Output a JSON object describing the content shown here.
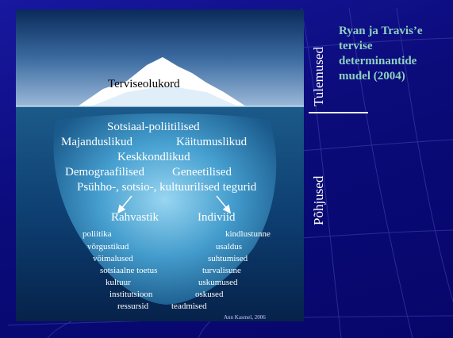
{
  "slide": {
    "title": "Ryan ja Travis’e tervise determinantide mudel (2004)",
    "side_top": "Tulemused",
    "side_bottom": "Põhjused",
    "colors": {
      "background": "#0b0b7a",
      "title": "#8fd0c0",
      "text": "#ffffff"
    }
  },
  "iceberg": {
    "top_label": "Terviseolukord",
    "determinants": [
      "Sotsiaal-poliitilised",
      "Majanduslikud",
      "Käitumuslikud",
      "Keskkondlikud",
      "Demograafilised",
      "Geneetilised",
      "Psühho-, sotsio-, kultuurilised tegurid"
    ],
    "population_heading": "Rahvastik",
    "individual_heading": "Indiviid",
    "population_items": [
      "poliitika",
      "võrgustikud",
      "võimalused",
      "sotsiaalne toetus",
      "kultuur",
      "institutsioon",
      "ressursid"
    ],
    "individual_items": [
      "kindlustunne",
      "usaldus",
      "suhtumised",
      "turvalisune",
      "uskumused",
      "oskused",
      "teadmised"
    ],
    "credit": "Ann Kasmel, 2006"
  }
}
